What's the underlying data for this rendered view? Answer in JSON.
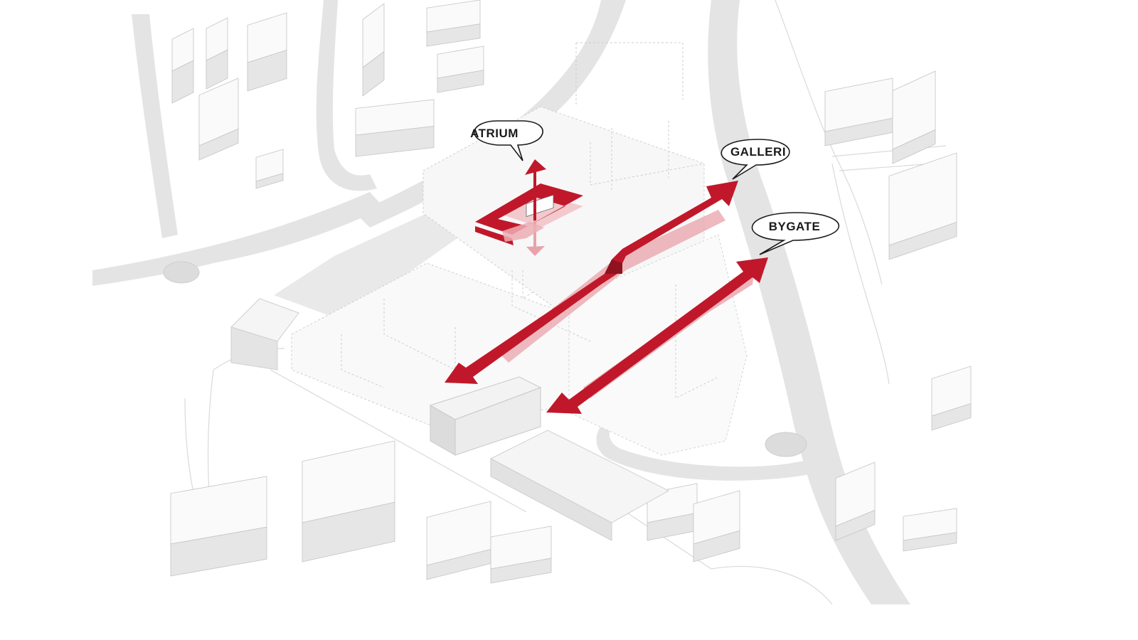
{
  "labels": {
    "atrium": "ATRIUM",
    "galleri": "GALLERI",
    "bygate": "BYGATE"
  },
  "colors": {
    "background": "#ffffff",
    "road": "#e4e4e4",
    "building_top": "#fafafa",
    "building_side": "#e6e6e6",
    "building_stroke": "#c4c4c4",
    "accent": "#c0182a",
    "accent_light": "#e8a3aa",
    "callout_fill": "#ffffff",
    "callout_stroke": "#1a1a1a",
    "label_text": "#1a1a1a"
  }
}
